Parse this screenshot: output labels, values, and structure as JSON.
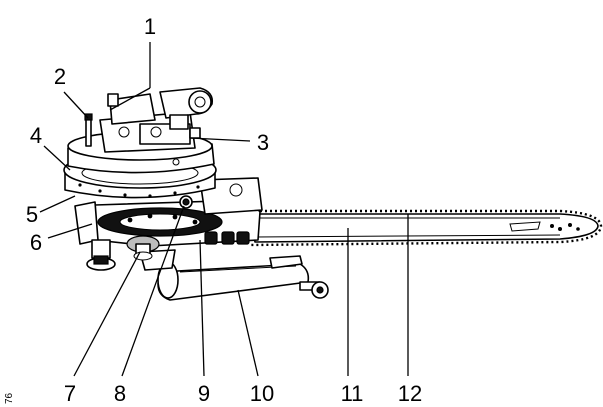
{
  "figure_id": "76",
  "callouts": [
    "1",
    "2",
    "3",
    "4",
    "5",
    "6",
    "7",
    "8",
    "9",
    "10",
    "11",
    "12"
  ]
}
